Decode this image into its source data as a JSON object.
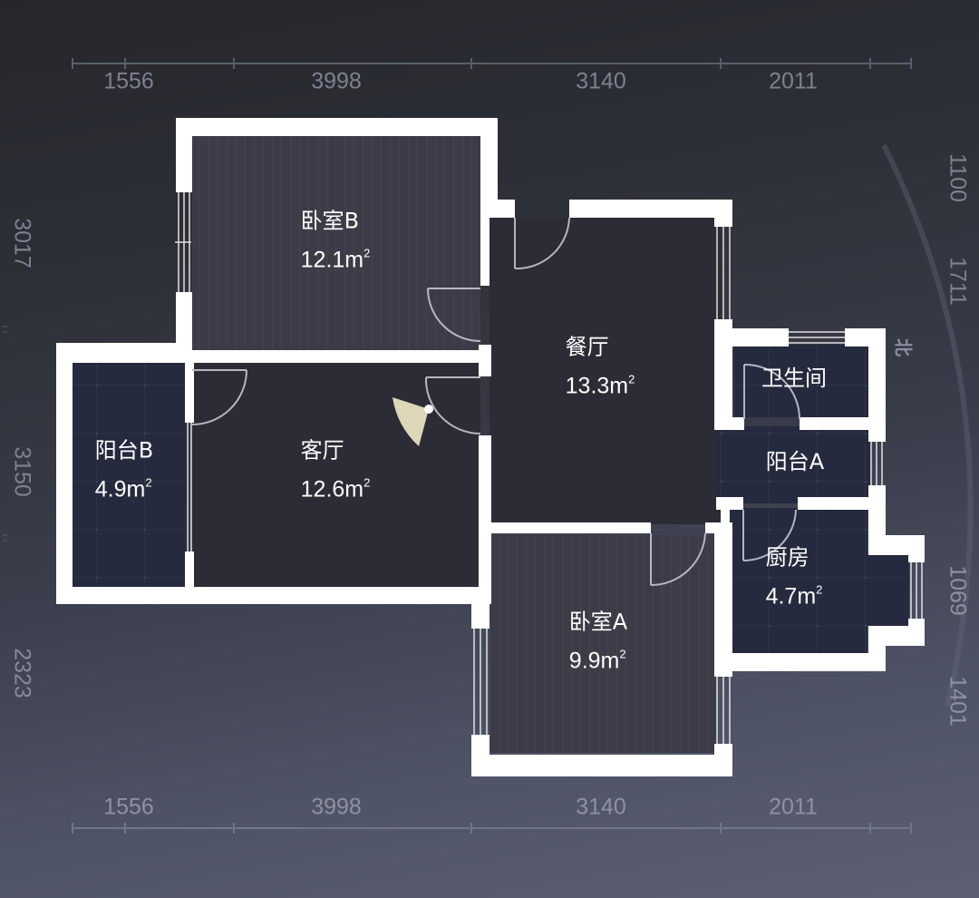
{
  "dimensions": {
    "top": [
      "1556",
      "3998",
      "3140",
      "2011"
    ],
    "bottom": [
      "1556",
      "3998",
      "3140",
      "2011"
    ],
    "left": [
      "3017",
      "3150",
      "2323"
    ],
    "right": [
      "1100",
      "1711",
      "1069",
      "1401"
    ]
  },
  "compass": {
    "north_label": "北"
  },
  "rooms": [
    {
      "id": "bedroom-b",
      "name": "卧室B",
      "area": "12.1m",
      "unit_sup": "2",
      "floor": "wood"
    },
    {
      "id": "living-room",
      "name": "客厅",
      "area": "12.6m",
      "unit_sup": "2",
      "floor": "dark"
    },
    {
      "id": "balcony-b",
      "name": "阳台B",
      "area": "4.9m",
      "unit_sup": "2",
      "floor": "tile"
    },
    {
      "id": "dining-room",
      "name": "餐厅",
      "area": "13.3m",
      "unit_sup": "2",
      "floor": "dark"
    },
    {
      "id": "bathroom",
      "name": "卫生间",
      "area": "",
      "unit_sup": "",
      "floor": "tile"
    },
    {
      "id": "balcony-a",
      "name": "阳台A",
      "area": "",
      "unit_sup": "",
      "floor": "tile"
    },
    {
      "id": "kitchen",
      "name": "厨房",
      "area": "4.7m",
      "unit_sup": "2",
      "floor": "tile"
    },
    {
      "id": "bedroom-a",
      "name": "卧室A",
      "area": "9.9m",
      "unit_sup": "2",
      "floor": "wood"
    }
  ],
  "colors": {
    "wall": "#ffffff",
    "floor_dark": "#2a2b35",
    "floor_wood": "#3c3d48",
    "floor_tile": "#262b40",
    "dimension_text": "#7d8190",
    "camera_marker": "#e8dfc0"
  }
}
